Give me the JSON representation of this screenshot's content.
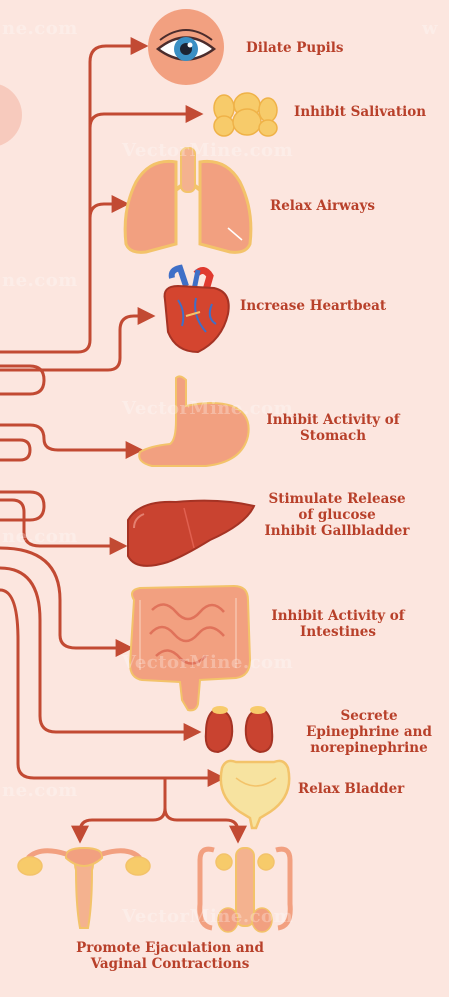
{
  "effects": {
    "dilate_pupils": "Dilate Pupils",
    "inhibit_salivation": "Inhibit Salivation",
    "relax_airways": "Relax Airways",
    "increase_heartbeat": "Increase Heartbeat",
    "inhibit_stomach": [
      "Inhibit Activity of",
      "Stomach"
    ],
    "glucose_gallbladder": [
      "Stimulate Release",
      "of glucose",
      "Inhibit Gallbladder"
    ],
    "inhibit_intestines": [
      "Inhibit Activity of",
      "Intestines"
    ],
    "secrete_epinephrine": [
      "Secrete",
      "Epinephrine and",
      "norepinephrine"
    ],
    "relax_bladder": "Relax Bladder",
    "reproductive": [
      "Promote Ejaculation and",
      "Vaginal Contractions"
    ]
  },
  "watermark": {
    "brand": "VectorMine.com",
    "partial_left": "ne.com",
    "partial_right": "w"
  },
  "colors": {
    "background": "#fce6df",
    "arrow": "#c24a33",
    "label": "#b8402a",
    "organ_fill": "#f2a080",
    "organ_outline": "#f3c36a"
  }
}
